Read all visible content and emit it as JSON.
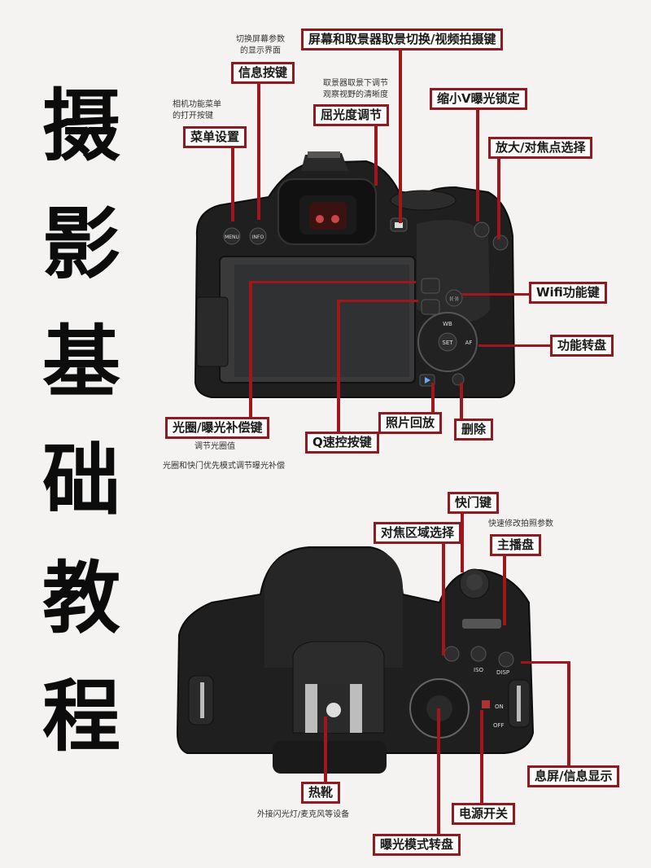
{
  "title": {
    "chars": [
      "摄",
      "影",
      "基",
      "础",
      "教",
      "程"
    ],
    "text": "摄影基础教程"
  },
  "colors": {
    "background": "#f4f3f1",
    "label_border": "#8e1b21",
    "leader_line": "#a0161d",
    "camera_body": "#1e1e1e",
    "title_text": "#0c0c0c"
  },
  "back_view": {
    "labels": {
      "menu": "菜单设置",
      "info": "信息按键",
      "diopter": "屈光度调节",
      "liveview": "屏幕和取景器取景切换/视频拍摄键",
      "ae_lock": "缩小V曝光锁定",
      "af_point": "放大/对焦点选择",
      "wifi": "Wifi功能键",
      "dial": "功能转盘",
      "aperture": "光圈/曝光补偿键",
      "q_button": "Q速控按键",
      "playback": "照片回放",
      "delete": "删除"
    },
    "notes": {
      "menu": [
        "相机功能菜单",
        "的打开按键"
      ],
      "info": [
        "切换屏幕参数",
        "的显示界面"
      ],
      "diopter": [
        "取景器取景下调节",
        "观察视野的清晰度"
      ],
      "aperture_1": "调节光圈值",
      "aperture_2": "光圈和快门优先模式调节曝光补偿"
    },
    "buttons": {
      "menu": "MENU",
      "info": "INFO",
      "wb": "WB",
      "set": "SET",
      "af": "AF"
    }
  },
  "top_view": {
    "labels": {
      "shutter": "快门键",
      "af_area": "对焦区域选择",
      "main_dial": "主播盘",
      "disp": "息屏/信息显示",
      "hotshoe": "热靴",
      "power": "电源开关",
      "mode_dial": "曝光模式转盘"
    },
    "notes": {
      "main_dial": "快速修改拍照参数",
      "hotshoe": "外接闪光灯/麦克风等设备"
    },
    "buttons": {
      "iso": "ISO",
      "disp": "DISP",
      "on": "ON",
      "off": "OFF"
    }
  }
}
